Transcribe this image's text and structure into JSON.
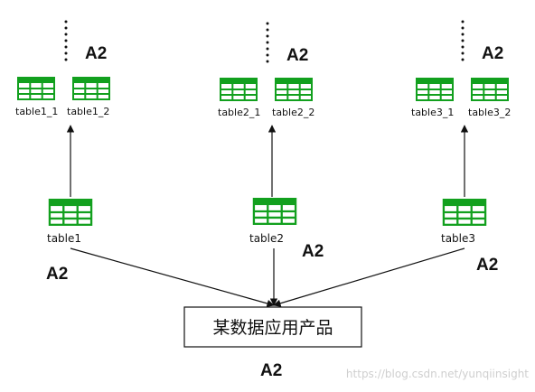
{
  "colors": {
    "table_green": "#12a01e",
    "arrow": "#111111",
    "text": "#111111",
    "watermark": "#cfcfcf"
  },
  "icons": {
    "table": "table-grid-icon",
    "ellipsis": "vertical-dots-icon"
  },
  "source_tables": [
    "table1",
    "table2",
    "table3"
  ],
  "sub_tables": [
    [
      "table1_1",
      "table1_2"
    ],
    [
      "table2_1",
      "table2_2"
    ],
    [
      "table3_1",
      "table3_2"
    ]
  ],
  "labels": {
    "a2": "A2"
  },
  "product": {
    "label": "某数据应用产品"
  },
  "watermark": "https://blog.csdn.net/yunqiinsight"
}
